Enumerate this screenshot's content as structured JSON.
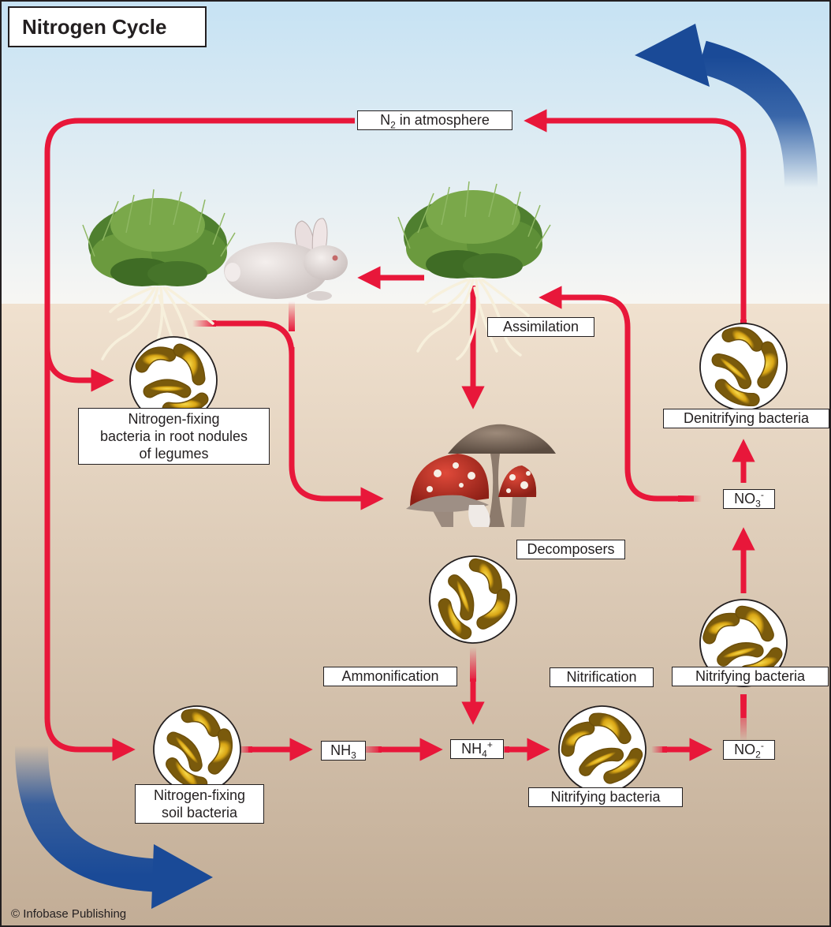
{
  "title": "Nitrogen Cycle",
  "copyright": "© Infobase Publishing",
  "labels": {
    "n2": {
      "base": "N",
      "sub": "2",
      "rest": " in atmosphere"
    },
    "assimilation": "Assimilation",
    "fixing_legumes": [
      "Nitrogen-fixing",
      "bacteria in root nodules",
      "of legumes"
    ],
    "denitrifying": "Denitrifying bacteria",
    "no3": {
      "base": "NO",
      "sub": "3",
      "sup": "-"
    },
    "decomposers": "Decomposers",
    "ammonification": "Ammonification",
    "nitrification": "Nitrification",
    "nitrifying_right": "Nitrifying bacteria",
    "nh3": {
      "base": "NH",
      "sub": "3"
    },
    "nh4": {
      "base": "NH",
      "sub": "4",
      "sup": "+"
    },
    "no2": {
      "base": "NO",
      "sub": "2",
      "sup": "-"
    },
    "fixing_soil": [
      "Nitrogen-fixing",
      "soil bacteria"
    ],
    "nitrifying_bottom": "Nitrifying bacteria"
  },
  "colors": {
    "sky_top": "#c9e3f3",
    "sky_bottom": "#f6f7f5",
    "soil_top": "#efe0ce",
    "soil_bottom": "#c3ae97",
    "arrow_red": "#e8173a",
    "arrow_blue": "#1d4f9c",
    "bacteria_gold": "#e0b019"
  },
  "icons": [
    "legume-plant-icon",
    "rabbit-icon",
    "grass-plant-icon",
    "mushrooms-icon",
    "bacteria-icon"
  ]
}
